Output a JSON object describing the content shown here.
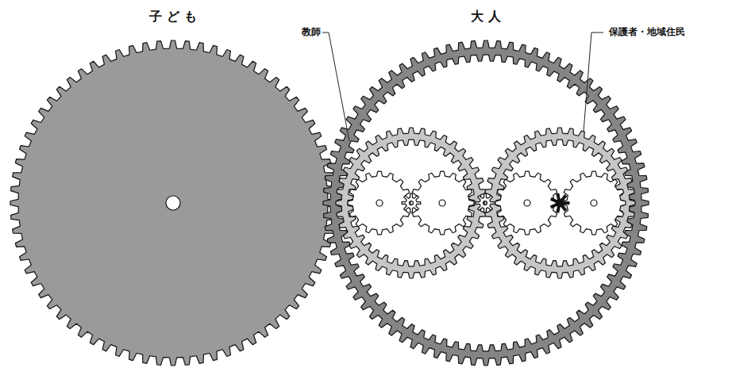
{
  "diagram": {
    "nodes": [
      {
        "text": [
          "子ども"
        ]
      },
      {
        "text": [
          "大人"
        ]
      },
      {
        "text": [
          "教師"
        ],
        "in": 1
      },
      {
        "text": [
          "保護者・地域住民"
        ],
        "in": 1
      }
    ]
  }
}
